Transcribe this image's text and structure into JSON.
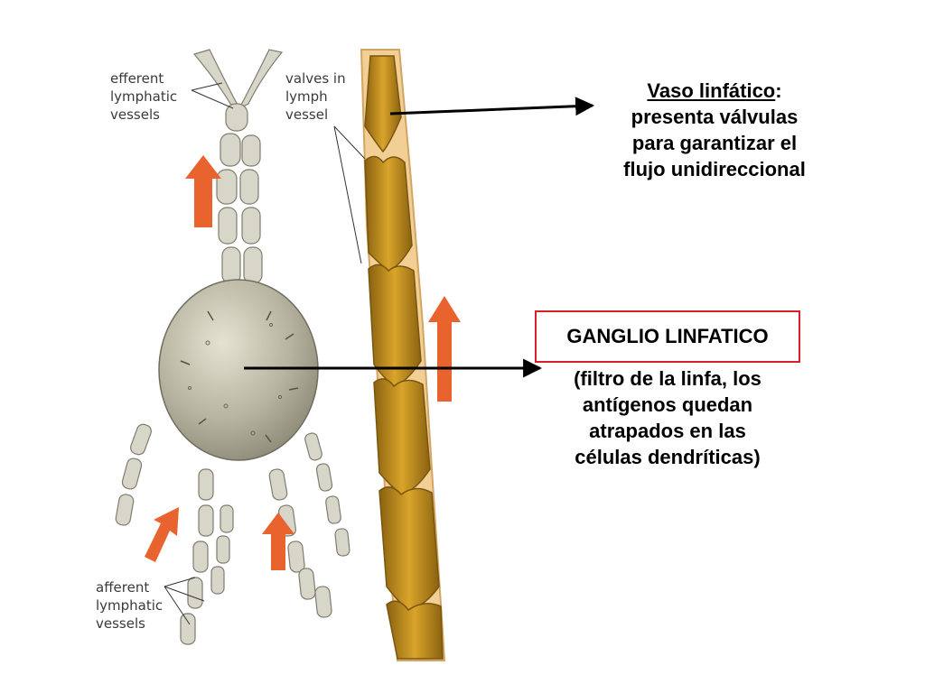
{
  "illustration": {
    "labels": {
      "efferent": [
        "efferent",
        "lymphatic",
        "vessels"
      ],
      "valves": [
        "valves in",
        "lymph",
        "vessel"
      ],
      "afferent": [
        "afferent",
        "lymphatic",
        "vessels"
      ]
    }
  },
  "captions": {
    "vaso": {
      "term": "Vaso linfático",
      "colon": ":",
      "lines": [
        "presenta válvulas",
        "para garantizar el",
        "flujo unidireccional"
      ]
    },
    "ganglio": {
      "title": "GANGLIO LINFATICO",
      "lines": [
        "(filtro de la linfa, los",
        "antígenos quedan",
        "atrapados en las",
        "células dendríticas)"
      ]
    }
  },
  "colors": {
    "arrow_orange": "#e8632e",
    "node_gray": "#b7b5a0",
    "vessel_gold": "#c7921a",
    "vessel_outer": "#f2cf95",
    "box_red": "#d9202a"
  }
}
